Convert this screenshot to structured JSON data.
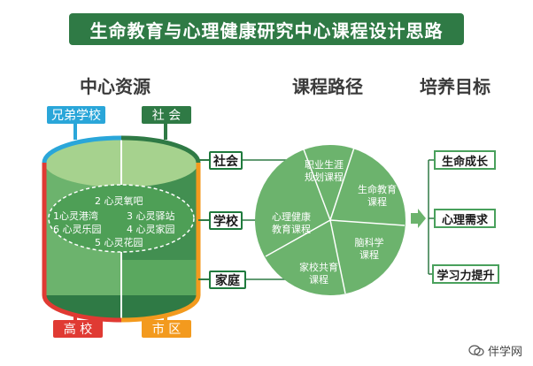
{
  "title": "生命教育与心理健康研究中心课程设计思路",
  "columns": {
    "resources": "中心资源",
    "paths": "课程路径",
    "goals": "培养目标"
  },
  "resources": {
    "top_left": "兄弟学校",
    "top_right": "社 会",
    "bottom_left": "高 校",
    "bottom_right": "市 区",
    "center": [
      "2 心灵氧吧",
      "1心灵港湾",
      "3 心灵驿站",
      "6 心灵乐园",
      "4 心灵家园",
      "5 心灵花园"
    ]
  },
  "channels": [
    "社会",
    "学校",
    "家庭"
  ],
  "courses": [
    [
      "职业生涯",
      "规划课程"
    ],
    [
      "生命教育",
      "课程"
    ],
    [
      "脑科学",
      "课程"
    ],
    [
      "家校共育",
      "课程"
    ],
    [
      "心理健康",
      "教育课程"
    ]
  ],
  "goals": [
    "生命成长",
    "心理需求",
    "学习力提升"
  ],
  "watermark": "伴学网",
  "colors": {
    "dark_green": "#2f7a45",
    "mid_green": "#6cb36d",
    "light_green": "#a6d28e",
    "red": "#e03a33",
    "blue": "#2aa6d9",
    "orange": "#f39a1e"
  }
}
